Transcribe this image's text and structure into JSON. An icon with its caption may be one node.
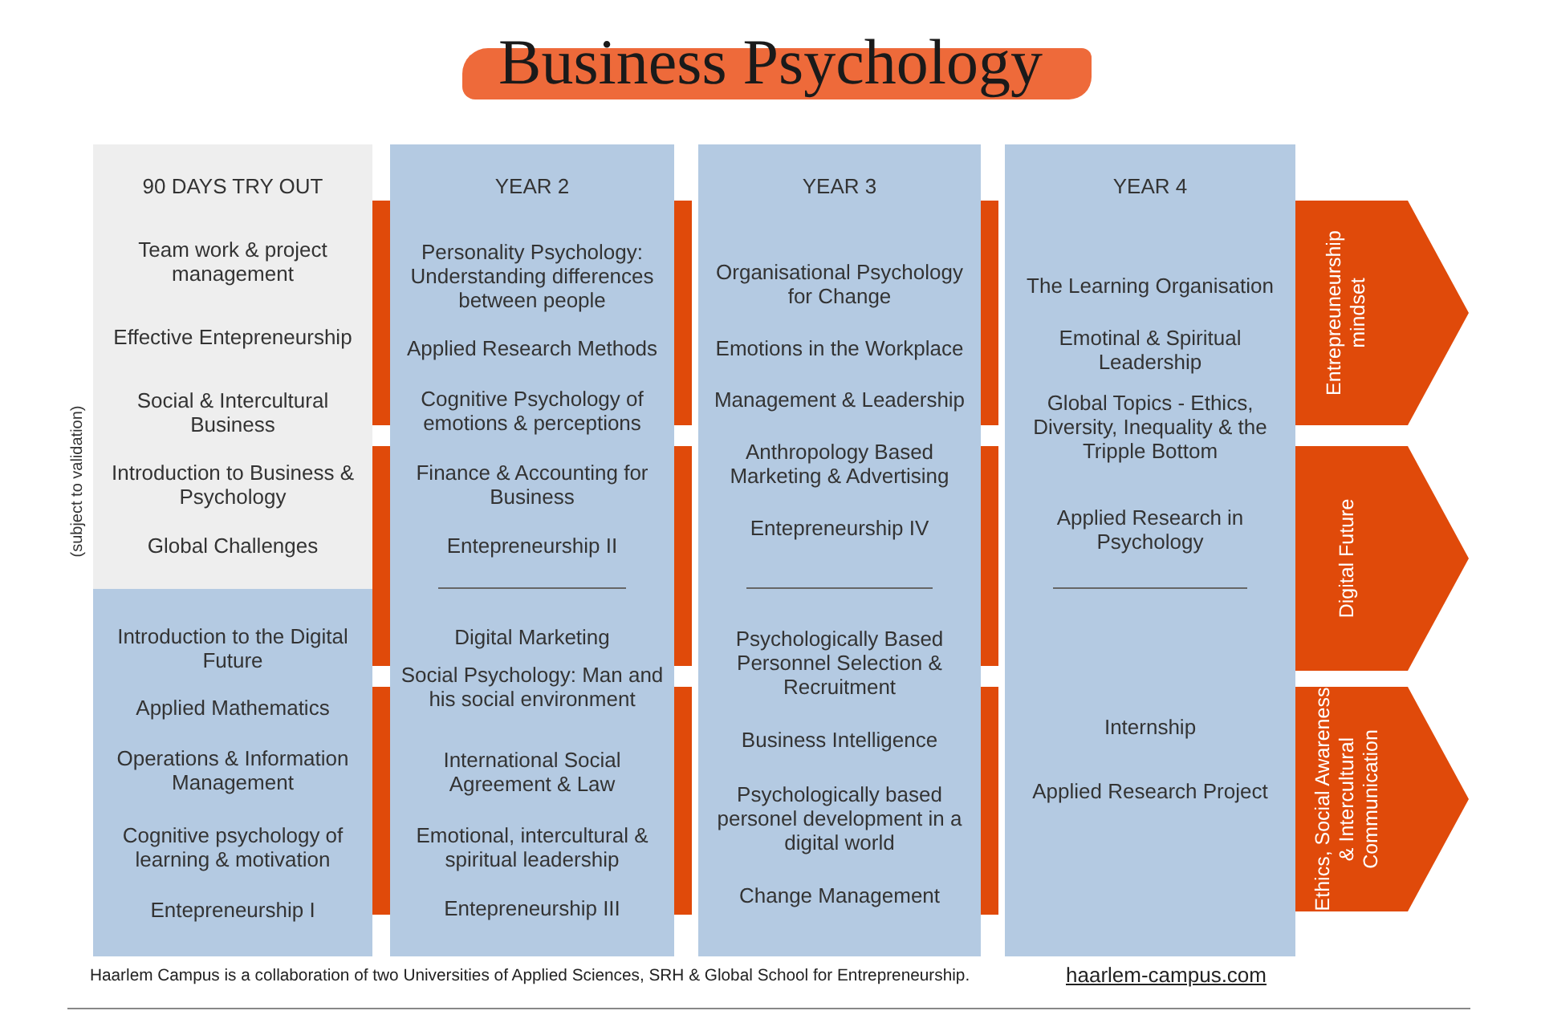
{
  "diagram": {
    "title": "Business Psychology",
    "nodes": [
      {
        "beside": [
          "(subject to validation)"
        ],
        "text": [
          "90 DAYS TRY OUT",
          "Team work & project management",
          "Effective Entepreneurship",
          "Social & Intercultural Business",
          "Introduction to Business & Psychology",
          "Global Challenges",
          "Introduction to the Digital Future",
          "Applied Mathematics",
          "Operations & Information Management",
          "Cognitive psychology of learning & motivation",
          "Entepreneurship I"
        ]
      },
      {
        "text": [
          "YEAR 2",
          "Personality Psychology: Understanding differences between people",
          "Applied Research Methods",
          "Cognitive Psychology of emotions & perceptions",
          "Finance & Accounting for Business",
          "Entepreneurship II",
          "Digital Marketing",
          "Social Psychology: Man and his social environment",
          "International Social Agreement & Law",
          "Emotional, intercultural & spiritual leadership",
          "Entepreneurship III"
        ]
      },
      {
        "text": [
          "YEAR 3",
          "Organisational Psychology for Change",
          "Emotions in the Workplace",
          "Management & Leadership",
          "Anthropology Based Marketing & Advertising",
          "Entepreneurship IV",
          "Psychologically Based Personnel Selection & Recruitment",
          "Business Intelligence",
          "Psychologically based personel development in a digital world",
          "Change Management"
        ]
      },
      {
        "text": [
          "YEAR 4",
          "The Learning Organisation",
          "Emotinal & Spiritual Leadership",
          "Global Topics - Ethics, Diversity, Inequality & the Tripple Bottom",
          "Applied Research in Psychology",
          "Internship",
          "Applied Research Project"
        ]
      },
      {
        "text": [
          "Entrepreuneurship mindset"
        ]
      },
      {
        "text": [
          "Digital Future"
        ]
      },
      {
        "text": [
          "Ethics, Social Awareness & Intercultural Communication"
        ]
      }
    ],
    "edges": [],
    "labels": [
      "Haarlem Campus is a collaboration of two Universities of Applied Sciences, SRH & Global School for Entrepreneurship.",
      "haarlem-campus.com"
    ]
  }
}
